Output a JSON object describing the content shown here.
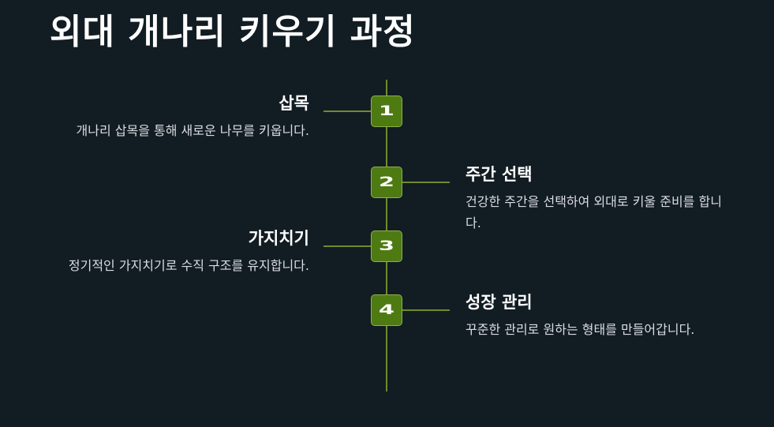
{
  "title": "외대 개나리 키우기 과정",
  "steps": [
    {
      "number": "1",
      "title": "삽목",
      "description": "개나리 삽목을 통해 새로운 나무를 키웁니다."
    },
    {
      "number": "2",
      "title": "주간 선택",
      "description": "건강한 주간을 선택하여 외대로 키울 준비를 합니다."
    },
    {
      "number": "3",
      "title": "가지치기",
      "description": "정기적인 가지치기로 수직 구조를 유지합니다."
    },
    {
      "number": "4",
      "title": "성장 관리",
      "description": "꾸준한 관리로 원하는 형태를 만들어갑니다."
    }
  ],
  "colors": {
    "background": "#121c23",
    "accent": "#4e7a12",
    "line": "#6e8c2a",
    "text": "#ffffff"
  }
}
